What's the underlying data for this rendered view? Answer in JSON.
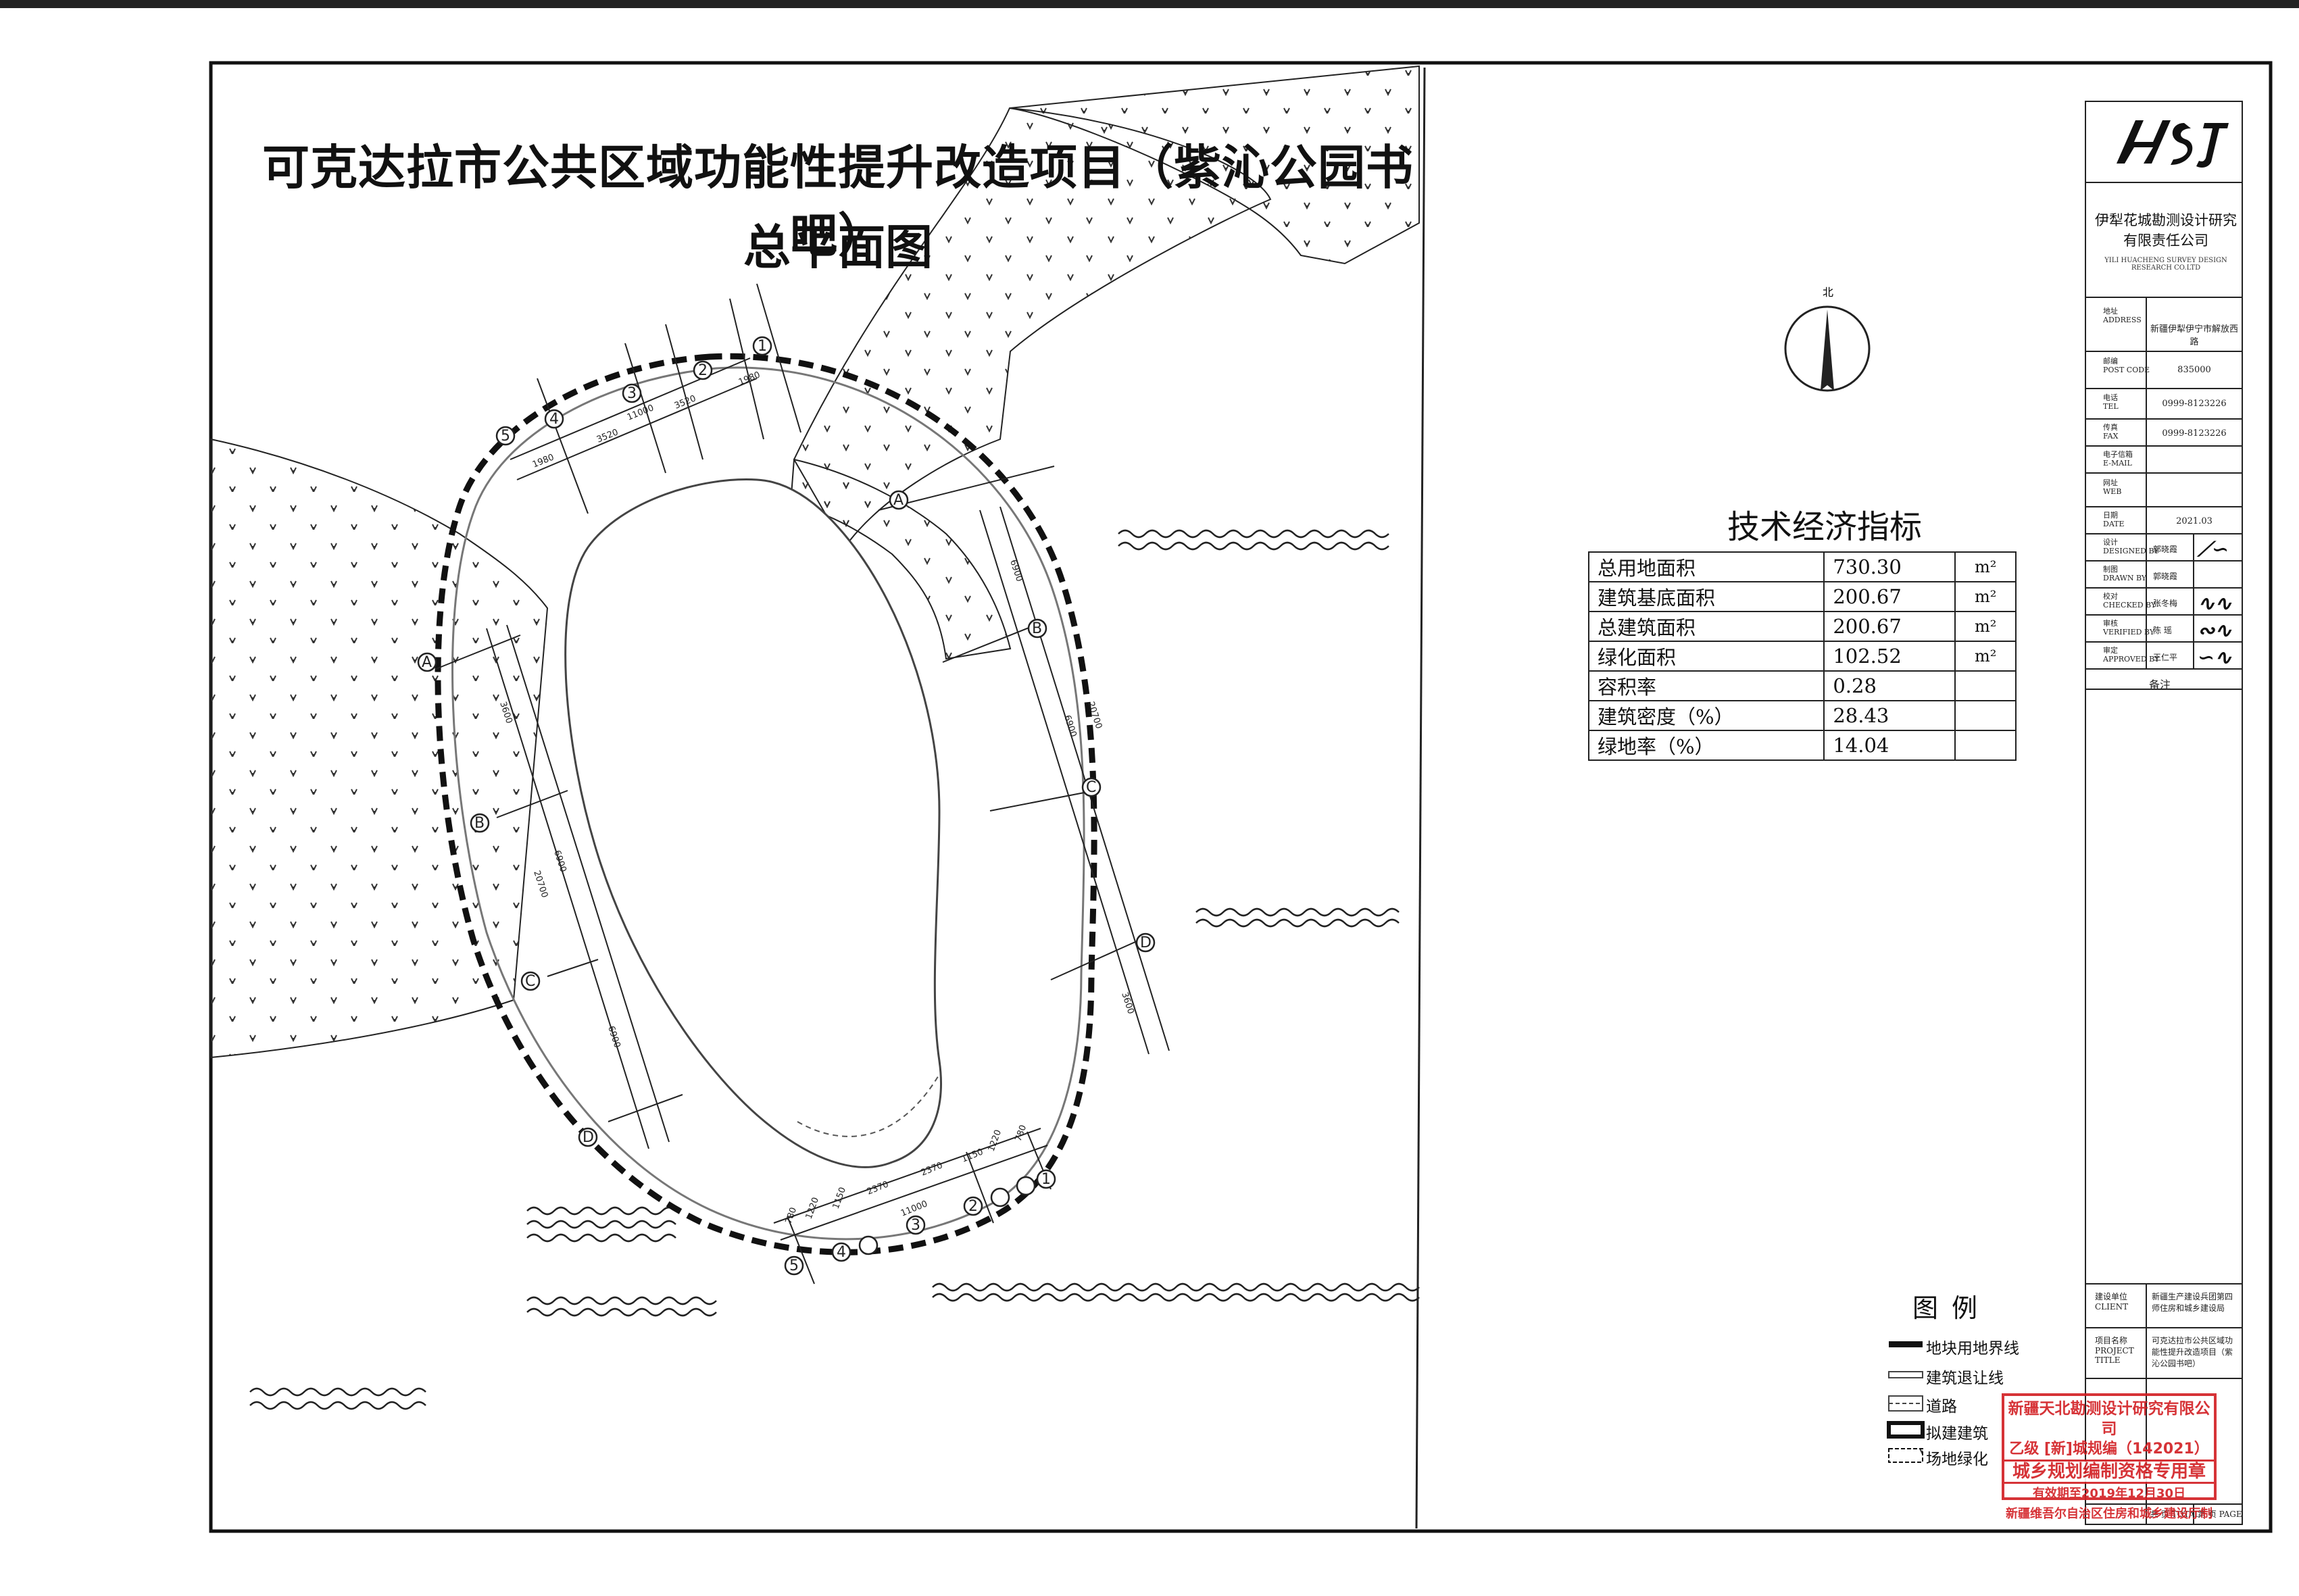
{
  "title": {
    "line1": "可克达拉市公共区域功能性提升改造项目（紫沁公园书吧）",
    "line2": "总平面图"
  },
  "north_label": "北",
  "tech_table": {
    "title": "技术经济指标",
    "rows": [
      {
        "label": "总用地面积",
        "value": "730.30",
        "unit": "m²"
      },
      {
        "label": "建筑基底面积",
        "value": "200.67",
        "unit": "m²"
      },
      {
        "label": "总建筑面积",
        "value": "200.67",
        "unit": "m²"
      },
      {
        "label": "绿化面积",
        "value": "102.52",
        "unit": "m²"
      },
      {
        "label": "容积率",
        "value": "0.28",
        "unit": ""
      },
      {
        "label": "建筑密度（%）",
        "value": "28.43",
        "unit": ""
      },
      {
        "label": "绿地率（%）",
        "value": "14.04",
        "unit": ""
      }
    ]
  },
  "legend": {
    "title": "图例",
    "items": [
      {
        "label": "地块用地界线"
      },
      {
        "label": "建筑退让线"
      },
      {
        "label": "道路"
      },
      {
        "label": "拟建建筑"
      },
      {
        "label": "场地绿化"
      }
    ]
  },
  "axis_labels": {
    "a": "A",
    "b": "B",
    "c": "C",
    "d": "D",
    "n1": "1",
    "n2": "2",
    "n3": "3",
    "n4": "4",
    "n5": "5"
  },
  "dimensions": {
    "top": [
      "1980",
      "3520",
      "3520",
      "1980"
    ],
    "top_total": "11000",
    "right_1": "6900",
    "right_2": "6900",
    "right_3": "3600",
    "right_total": "20700",
    "left_1": "3600",
    "left_2": "6900",
    "left_3": "6900",
    "left_total": "20700",
    "bottom": [
      "780",
      "1220",
      "1150",
      "2370",
      "2370",
      "1150",
      "1220",
      "780"
    ],
    "bottom_total": "11000"
  },
  "title_block": {
    "company_cn_1": "伊犁花城勘测设计研究",
    "company_cn_2": "有限责任公司",
    "company_en": "YILI HUACHENG SURVEY DESIGN RESEARCH CO.LTD",
    "fields": [
      {
        "label_cn": "地址",
        "label_en": "ADDRESS",
        "value": "新疆伊犁伊宁市解放西路"
      },
      {
        "label_cn": "邮编",
        "label_en": "POST CODE",
        "value": "835000"
      },
      {
        "label_cn": "电话",
        "label_en": "TEL",
        "value": "0999-8123226"
      },
      {
        "label_cn": "传真",
        "label_en": "FAX",
        "value": "0999-8123226"
      },
      {
        "label_cn": "电子信箱",
        "label_en": "E-MAIL",
        "value": ""
      },
      {
        "label_cn": "网址",
        "label_en": "WEB",
        "value": ""
      },
      {
        "label_cn": "日期",
        "label_en": "DATE",
        "value": "2021.03"
      }
    ],
    "roles": [
      {
        "label_cn": "设计",
        "label_en": "DESIGNED BY",
        "name": "郭晓霞"
      },
      {
        "label_cn": "制图",
        "label_en": "DRAWN BY",
        "name": "郭晓霞"
      },
      {
        "label_cn": "校对",
        "label_en": "CHECKED BY",
        "name": "张冬梅"
      },
      {
        "label_cn": "审核",
        "label_en": "VERIFIED BY",
        "name": "陈 瑶"
      },
      {
        "label_cn": "审定",
        "label_en": "APPROVED BY",
        "name": "王仁平"
      }
    ],
    "remark": "备注",
    "client_label": "建设单位 CLIENT",
    "client_value": "新疆生产建设兵团第四师住房和城乡建设局",
    "project_label": "项目名称 PROJECT TITLE",
    "project_value": "可克达拉市公共区域功能性提升改造项目（紫沁公园书吧）",
    "page_label": "共 页 TOTAL",
    "page_value": "第 页 PAGE"
  },
  "stamp": {
    "line1": "新疆天北勘测设计研究有限公司",
    "line2": "乙级 [新]城规编（142021）",
    "line3": "城乡规划编制资格专用章",
    "line4": "有效期至2019年12月30日",
    "line5": "新疆维吾尔自治区住房和城乡建设厅制"
  },
  "colors": {
    "stamp": "#d21e22",
    "line": "#111111",
    "setback": "#555555"
  }
}
